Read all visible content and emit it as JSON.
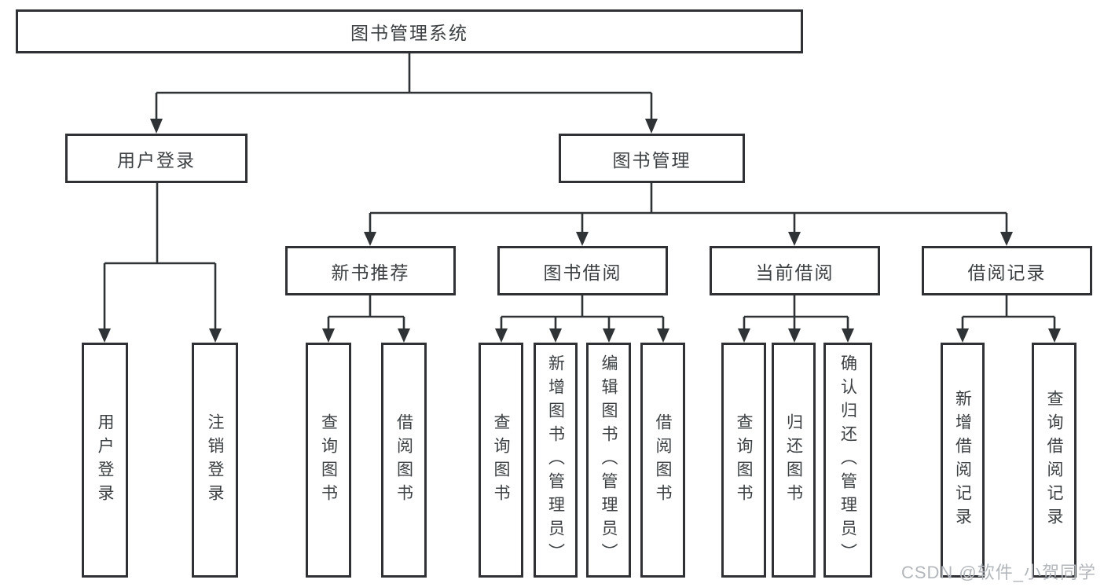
{
  "diagram_title": "图书管理系统",
  "watermark": "CSDN @软件_小贺同学",
  "colors": {
    "line": "#303335",
    "box_border": "#2f3134",
    "text": "#3c4043",
    "watermark": "#b3b7bb",
    "background": "#ffffff"
  },
  "tree": {
    "label": "图书管理系统",
    "children": [
      {
        "label": "用户登录",
        "children": [
          {
            "label": "用户登录"
          },
          {
            "label": "注销登录"
          }
        ]
      },
      {
        "label": "图书管理",
        "children": [
          {
            "label": "新书推荐",
            "children": [
              {
                "label": "查询图书"
              },
              {
                "label": "借阅图书"
              }
            ]
          },
          {
            "label": "图书借阅",
            "children": [
              {
                "label": "查询图书"
              },
              {
                "label": "新增图书（管理员）"
              },
              {
                "label": "编辑图书（管理员）"
              },
              {
                "label": "借阅图书"
              }
            ]
          },
          {
            "label": "当前借阅",
            "children": [
              {
                "label": "查询图书"
              },
              {
                "label": "归还图书"
              },
              {
                "label": "确认归还（管理员）"
              }
            ]
          },
          {
            "label": "借阅记录",
            "children": [
              {
                "label": "新增借阅记录"
              },
              {
                "label": "查询借阅记录"
              }
            ]
          }
        ]
      }
    ]
  }
}
